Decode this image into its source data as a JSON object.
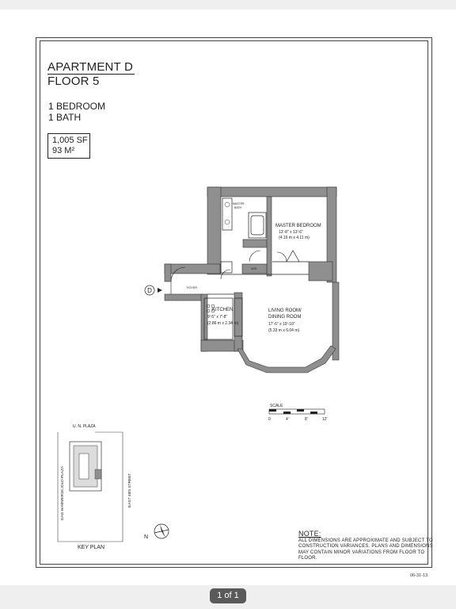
{
  "title": {
    "line1": "APARTMENT D",
    "line2": "FLOOR 5"
  },
  "unit": {
    "bedrooms": "1 BEDROOM",
    "baths": "1 BATH"
  },
  "area": {
    "sf": "1,005 SF",
    "m2": "93 M²"
  },
  "rooms": {
    "master_bedroom": {
      "name": "MASTER BEDROOM",
      "dims": "13'-8\" x 13'-6\"",
      "metric": "(4.16 m x 4.11 m)"
    },
    "master_bath": {
      "name_line1": "MASTER",
      "name_line2": "BATH"
    },
    "foyer": {
      "name": "FOYER"
    },
    "kitchen": {
      "name": "KITCHEN",
      "dims": "9'-5\" x 7'-8\"",
      "metric": "(2.86 m x 2.34 m)"
    },
    "living": {
      "name_line1": "LIVING ROOM/",
      "name_line2": "DINING ROOM",
      "dims": "17'-6\" x 19'-10\"",
      "metric": "(5.33 m x 6.04 m)"
    },
    "closet_label": "W/D",
    "entry_marker": "D"
  },
  "scale": {
    "label": "SCALE",
    "ticks": [
      "0",
      "4'",
      "8'",
      "12'"
    ]
  },
  "key_plan": {
    "label": "KEY PLAN",
    "north_street": "U. N. PLAZA",
    "west_street": "DAG HAMMERSKJOLD PLAZA",
    "east_street": "EAST 48th STREET",
    "north_symbol": "N"
  },
  "note": {
    "title": "NOTE:",
    "text": "ALL DIMENSIONS ARE APPROXIMATE AND SUBJECT TO CONSTRUCTION VARIANCES.  PLANS AND DIMENSIONS MAY CONTAIN MINOR VARIATIONS FROM FLOOR TO FLOOR."
  },
  "date": "06-31-13",
  "pager": {
    "text": "1 of 1"
  },
  "colors": {
    "wall": "#8f8f8f",
    "background": "#efefef",
    "pager_bg": "#5a5a5a"
  }
}
